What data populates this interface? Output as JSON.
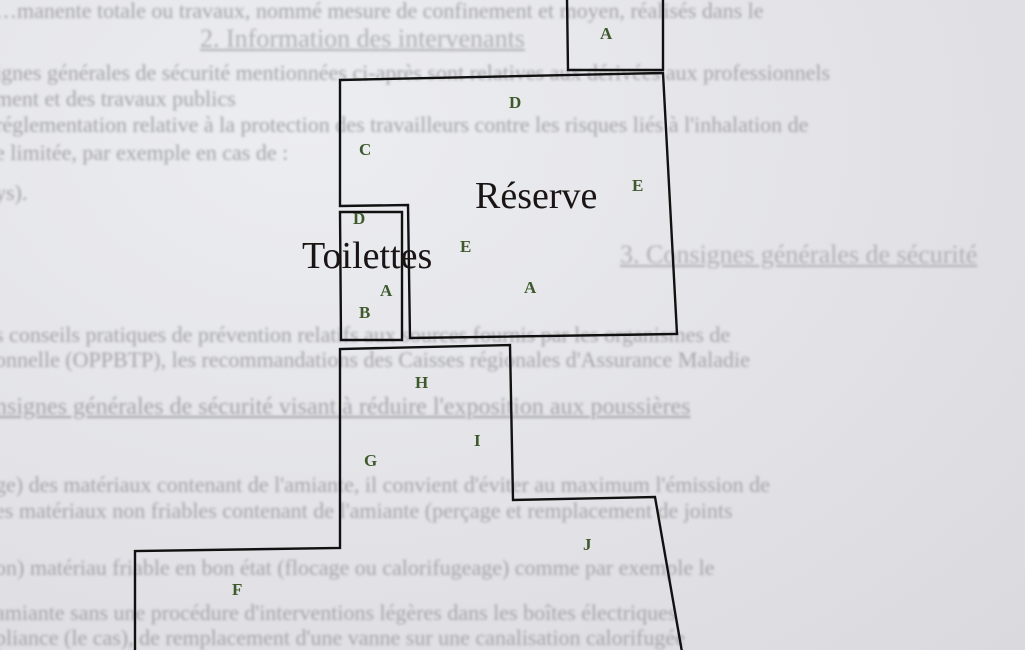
{
  "background_text": {
    "line1": "…manente totale ou travaux, nommé mesure de confinement et moyen, réalisés dans le",
    "line2": "ys).",
    "heading2": "2. Information des intervenants",
    "p1": "ignes générales de sécurité mentionnées ci-après sont relatives aux dérivées aux professionnels",
    "p2": "réglementation relative à la protection des travailleurs contre les risques liés à l'inhalation de",
    "p3": "s conseils pratiques de prévention relatifs aux sources fournis par les organismes de",
    "p4": "onnelle (OPPBTP), les recommandations des Caisses régionales d'Assurance Maladie",
    "p5": "ment et des travaux publics",
    "heading3": "3. Consignes générales de sécurité",
    "p6": "nsignes générales de sécurité visant à réduire l'exposition aux poussières",
    "p7": "ge) des matériaux contenant de l'amiante, il convient d'éviter au maximum l'émission de",
    "p8": "e limitée, par exemple en cas de :",
    "p9": "es matériaux non friables contenant de l'amiante (perçage et remplacement de joints",
    "p10": "on) matériau friable en bon état (flocage ou calorifugeage) comme par exemple le",
    "p11": "amiante sans une procédure d'interventions légères dans les boîtes électriques",
    "p12": "pliance (le cas), de remplacement d'une vanne sur une canalisation calorifugée"
  },
  "floor_plan": {
    "rooms": {
      "reserve": "Réserve",
      "toilettes": "Toilettes"
    },
    "labels": {
      "top_a": "A",
      "reserve_d": "D",
      "reserve_c": "C",
      "reserve_e": "E",
      "reserve_a": "A",
      "toilettes_d": "D",
      "toilettes_a": "A",
      "toilettes_e": "E",
      "toilettes_b": "B",
      "h": "H",
      "i": "I",
      "g": "G",
      "j": "J",
      "f": "F"
    },
    "line_color": "#111111",
    "label_color": "#3e5a2c"
  }
}
